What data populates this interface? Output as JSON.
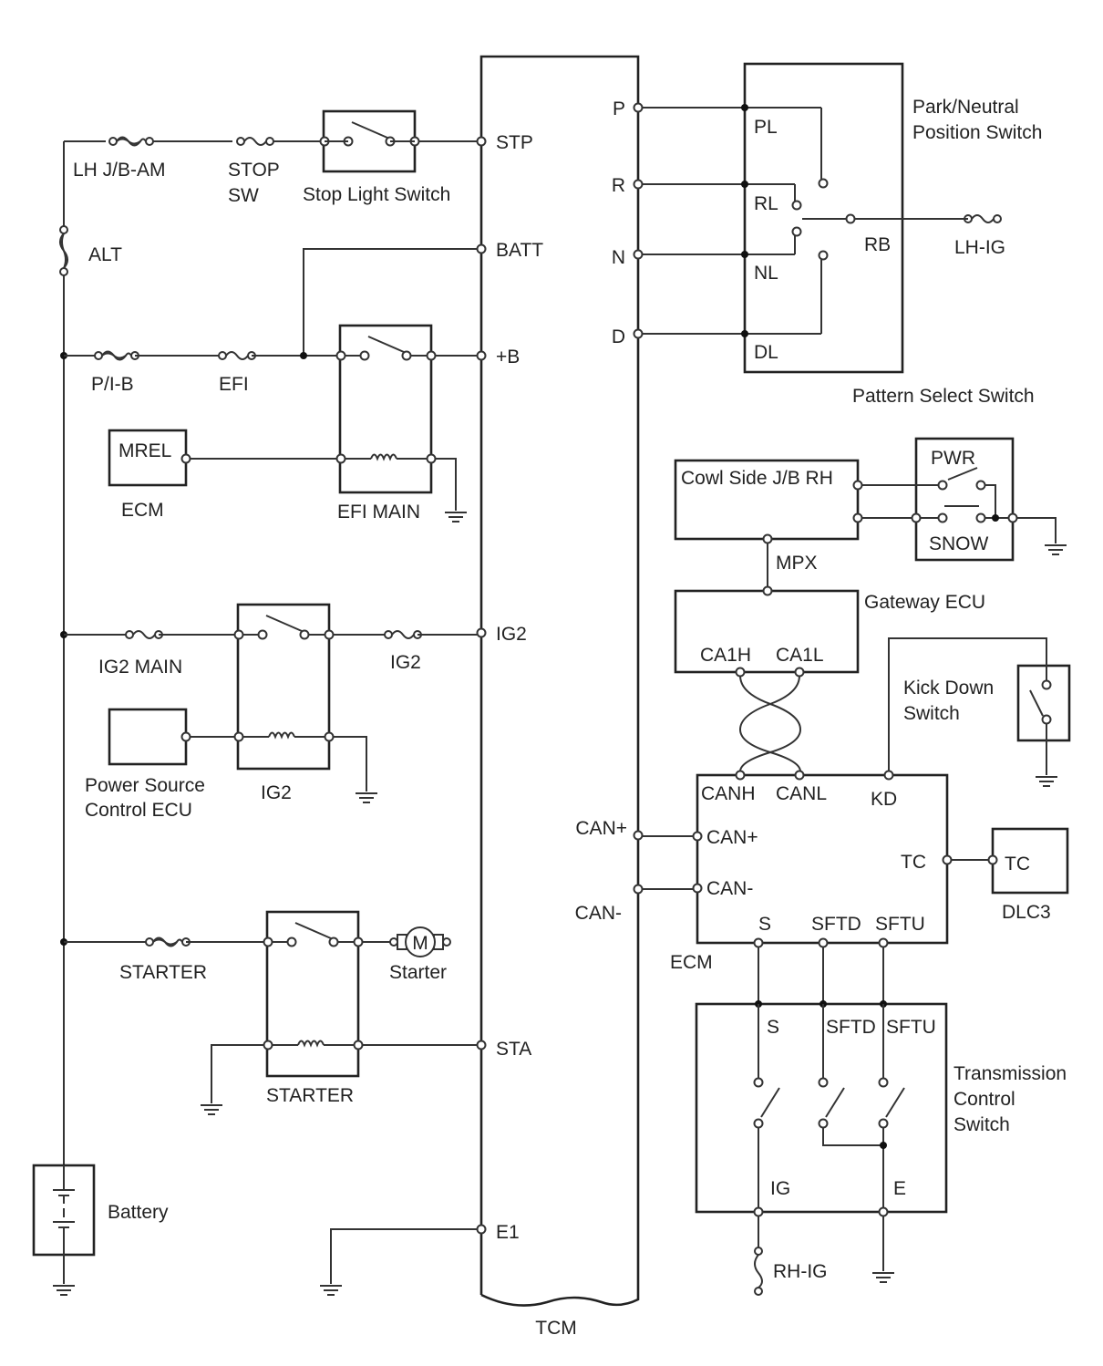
{
  "tcm": {
    "title": "TCM",
    "pins_left": [
      "STP",
      "BATT",
      "+B",
      "IG2",
      "STA",
      "E1"
    ],
    "pins_right": [
      "P",
      "R",
      "N",
      "D",
      "CAN+",
      "CAN-"
    ]
  },
  "power": {
    "fuses": [
      "LH J/B-AM",
      "ALT",
      "P/I-B",
      "EFI",
      "IG2 MAIN",
      "IG2",
      "STARTER"
    ],
    "stop_sw_fuse": [
      "STOP",
      "SW"
    ],
    "stop_light_switch": "Stop Light Switch",
    "efi_main_relay": "EFI MAIN",
    "ig2_relay": "IG2",
    "starter_relay": "STARTER",
    "starter_motor": "Starter",
    "motor_symbol": "M",
    "ecm": {
      "pin": "MREL",
      "label": "ECM"
    },
    "power_source_ecu": [
      "Power Source",
      "Control ECU"
    ],
    "battery": "Battery"
  },
  "pn_switch": {
    "title": [
      "Park/Neutral",
      "Position Switch"
    ],
    "pins": [
      "PL",
      "RL",
      "NL",
      "DL",
      "RB"
    ],
    "fuse": "LH-IG"
  },
  "pattern_select": {
    "title": "Pattern Select Switch",
    "cowl_jb": "Cowl Side J/B RH",
    "pwr": "PWR",
    "snow": "SNOW",
    "mpx": "MPX"
  },
  "gateway": {
    "title": "Gateway ECU",
    "pins": [
      "CA1H",
      "CA1L"
    ]
  },
  "kick_down": {
    "title": [
      "Kick Down",
      "Switch"
    ]
  },
  "ecm_box": {
    "title": "ECM",
    "top_pins": [
      "CANH",
      "CANL",
      "KD"
    ],
    "left_pins": [
      "CAN+",
      "CAN-"
    ],
    "tc_pin": "TC",
    "bottom_pins": [
      "S",
      "SFTD",
      "SFTU"
    ]
  },
  "dlc3": {
    "pin": "TC",
    "title": "DLC3"
  },
  "trans_switch": {
    "title": [
      "Transmission",
      "Control",
      "Switch"
    ],
    "top_pins": [
      "S",
      "SFTD",
      "SFTU"
    ],
    "bottom_pins": [
      "IG",
      "E"
    ],
    "fuse": "RH-IG"
  }
}
